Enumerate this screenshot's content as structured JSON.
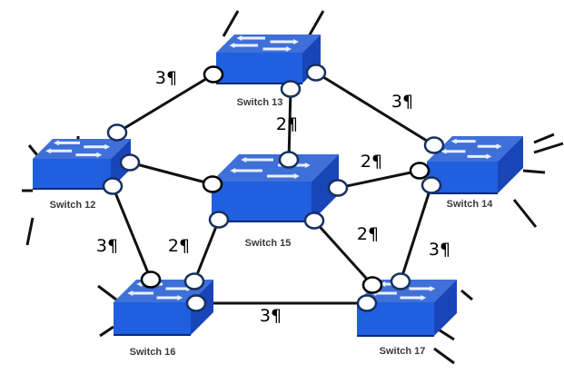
{
  "title": "Spanning tree network of six switches with link costs",
  "colors": {
    "switch_top": "#3f6fd8",
    "switch_front": "#1f5fe0",
    "switch_side": "#1846b8",
    "link": "#111111",
    "port_dark": "#000000",
    "port_navy": "#17305e",
    "cost_text": "#000000"
  },
  "switches": [
    {
      "id": "s13",
      "label": "Switch 13"
    },
    {
      "id": "s12",
      "label": "Switch 12"
    },
    {
      "id": "s14",
      "label": "Switch 14"
    },
    {
      "id": "s15",
      "label": "Switch 15"
    },
    {
      "id": "s16",
      "label": "Switch 16"
    },
    {
      "id": "s17",
      "label": "Switch 17"
    }
  ],
  "links": [
    {
      "from": "s12",
      "to": "s13",
      "cost": "3¶"
    },
    {
      "from": "s13",
      "to": "s14",
      "cost": "3¶"
    },
    {
      "from": "s13",
      "to": "s15",
      "cost": "2¶"
    },
    {
      "from": "s12",
      "to": "s15",
      "cost": ""
    },
    {
      "from": "s15",
      "to": "s14",
      "cost": "2¶"
    },
    {
      "from": "s12",
      "to": "s16",
      "cost": "3¶"
    },
    {
      "from": "s15",
      "to": "s16",
      "cost": "2¶"
    },
    {
      "from": "s15",
      "to": "s17",
      "cost": "2¶"
    },
    {
      "from": "s14",
      "to": "s17",
      "cost": "3¶"
    },
    {
      "from": "s16",
      "to": "s17",
      "cost": "3¶"
    }
  ]
}
